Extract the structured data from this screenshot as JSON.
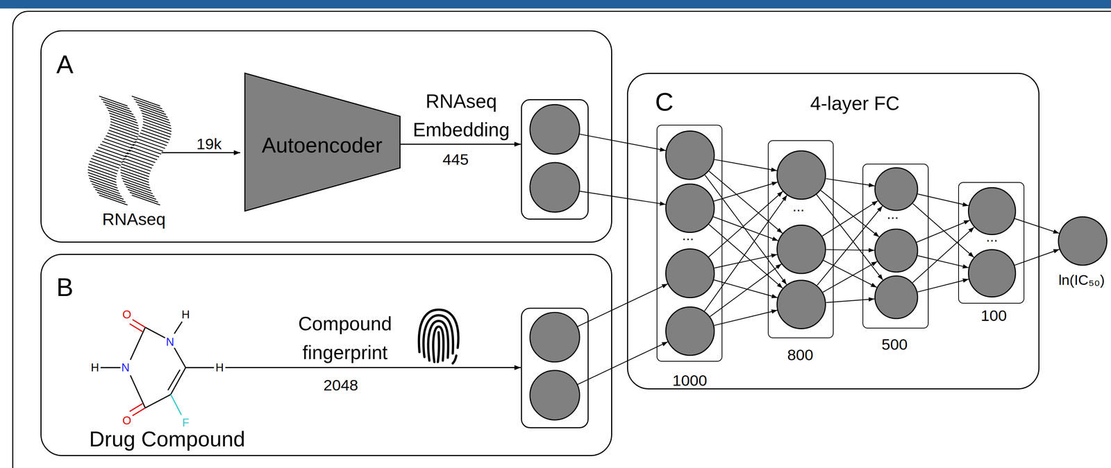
{
  "diagram": {
    "nodes": [
      {
        "text": [
          "A"
        ]
      },
      {
        "text": [
          "Autoencoder"
        ],
        "in": 0
      },
      {
        "text": [
          "B"
        ]
      },
      {
        "text": [
          "C",
          "4-layer FC"
        ]
      },
      {
        "text": [
          "1000"
        ],
        "in": 3
      },
      {
        "text": [
          "800"
        ],
        "in": 3
      },
      {
        "text": [
          "500"
        ],
        "in": 3
      },
      {
        "text": [
          "100"
        ],
        "in": 3
      },
      {
        "text": [
          "ln(IC₅₀)"
        ]
      }
    ],
    "edges": [
      {
        "from": 4,
        "to": 5,
        "arrow": "to"
      },
      {
        "from": 5,
        "to": 6,
        "arrow": "to"
      },
      {
        "from": 6,
        "to": 7,
        "arrow": "to"
      },
      {
        "from": 7,
        "to": 8,
        "arrow": "to"
      }
    ],
    "labels": [
      "RNAseq",
      "19k",
      "RNAseq Embedding",
      "445",
      "Compound fingerprint",
      "2048",
      "Drug Compound",
      "O",
      "H",
      "N",
      "H",
      "N",
      "H",
      "O",
      "F",
      "...",
      "...",
      "...",
      "..."
    ]
  }
}
